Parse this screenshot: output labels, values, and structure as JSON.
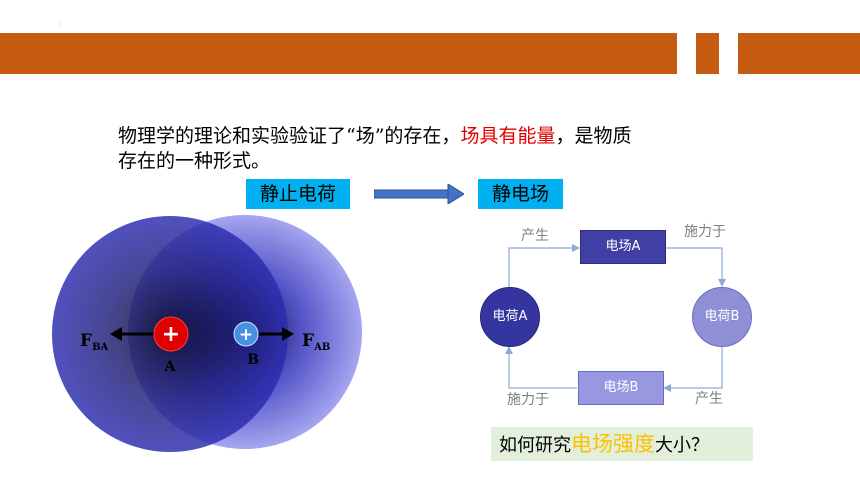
{
  "header": {
    "marker": "·"
  },
  "intro": {
    "line1_a": "物理学的理论和实验验证了“场”的存在，",
    "line1_highlight": "场具有能量",
    "line1_b": "，是物质",
    "line2": "存在的一种形式。"
  },
  "labels": {
    "static_charge": "静止电荷",
    "static_field": "静电场"
  },
  "diagram": {
    "force_ba_main": "F",
    "force_ba_sub": "BA",
    "force_ab_main": "F",
    "force_ab_sub": "AB",
    "charge_a_label": "A",
    "charge_b_label": "B",
    "plus": "+"
  },
  "flow": {
    "charge_a": "电荷A",
    "charge_b": "电荷B",
    "field_a": "电场A",
    "field_b": "电场B",
    "produce_top": "产生",
    "act_top": "施力于",
    "act_bottom": "施力于",
    "produce_bottom": "产生"
  },
  "question": {
    "before": "如何研究",
    "highlight": "电场强度",
    "after": "大小？"
  },
  "colors": {
    "header": "#c55a11",
    "label_bg": "#00b0f0",
    "highlight_red": "#e00000",
    "highlight_gold": "#ffc000",
    "question_bg": "#e2efda"
  }
}
